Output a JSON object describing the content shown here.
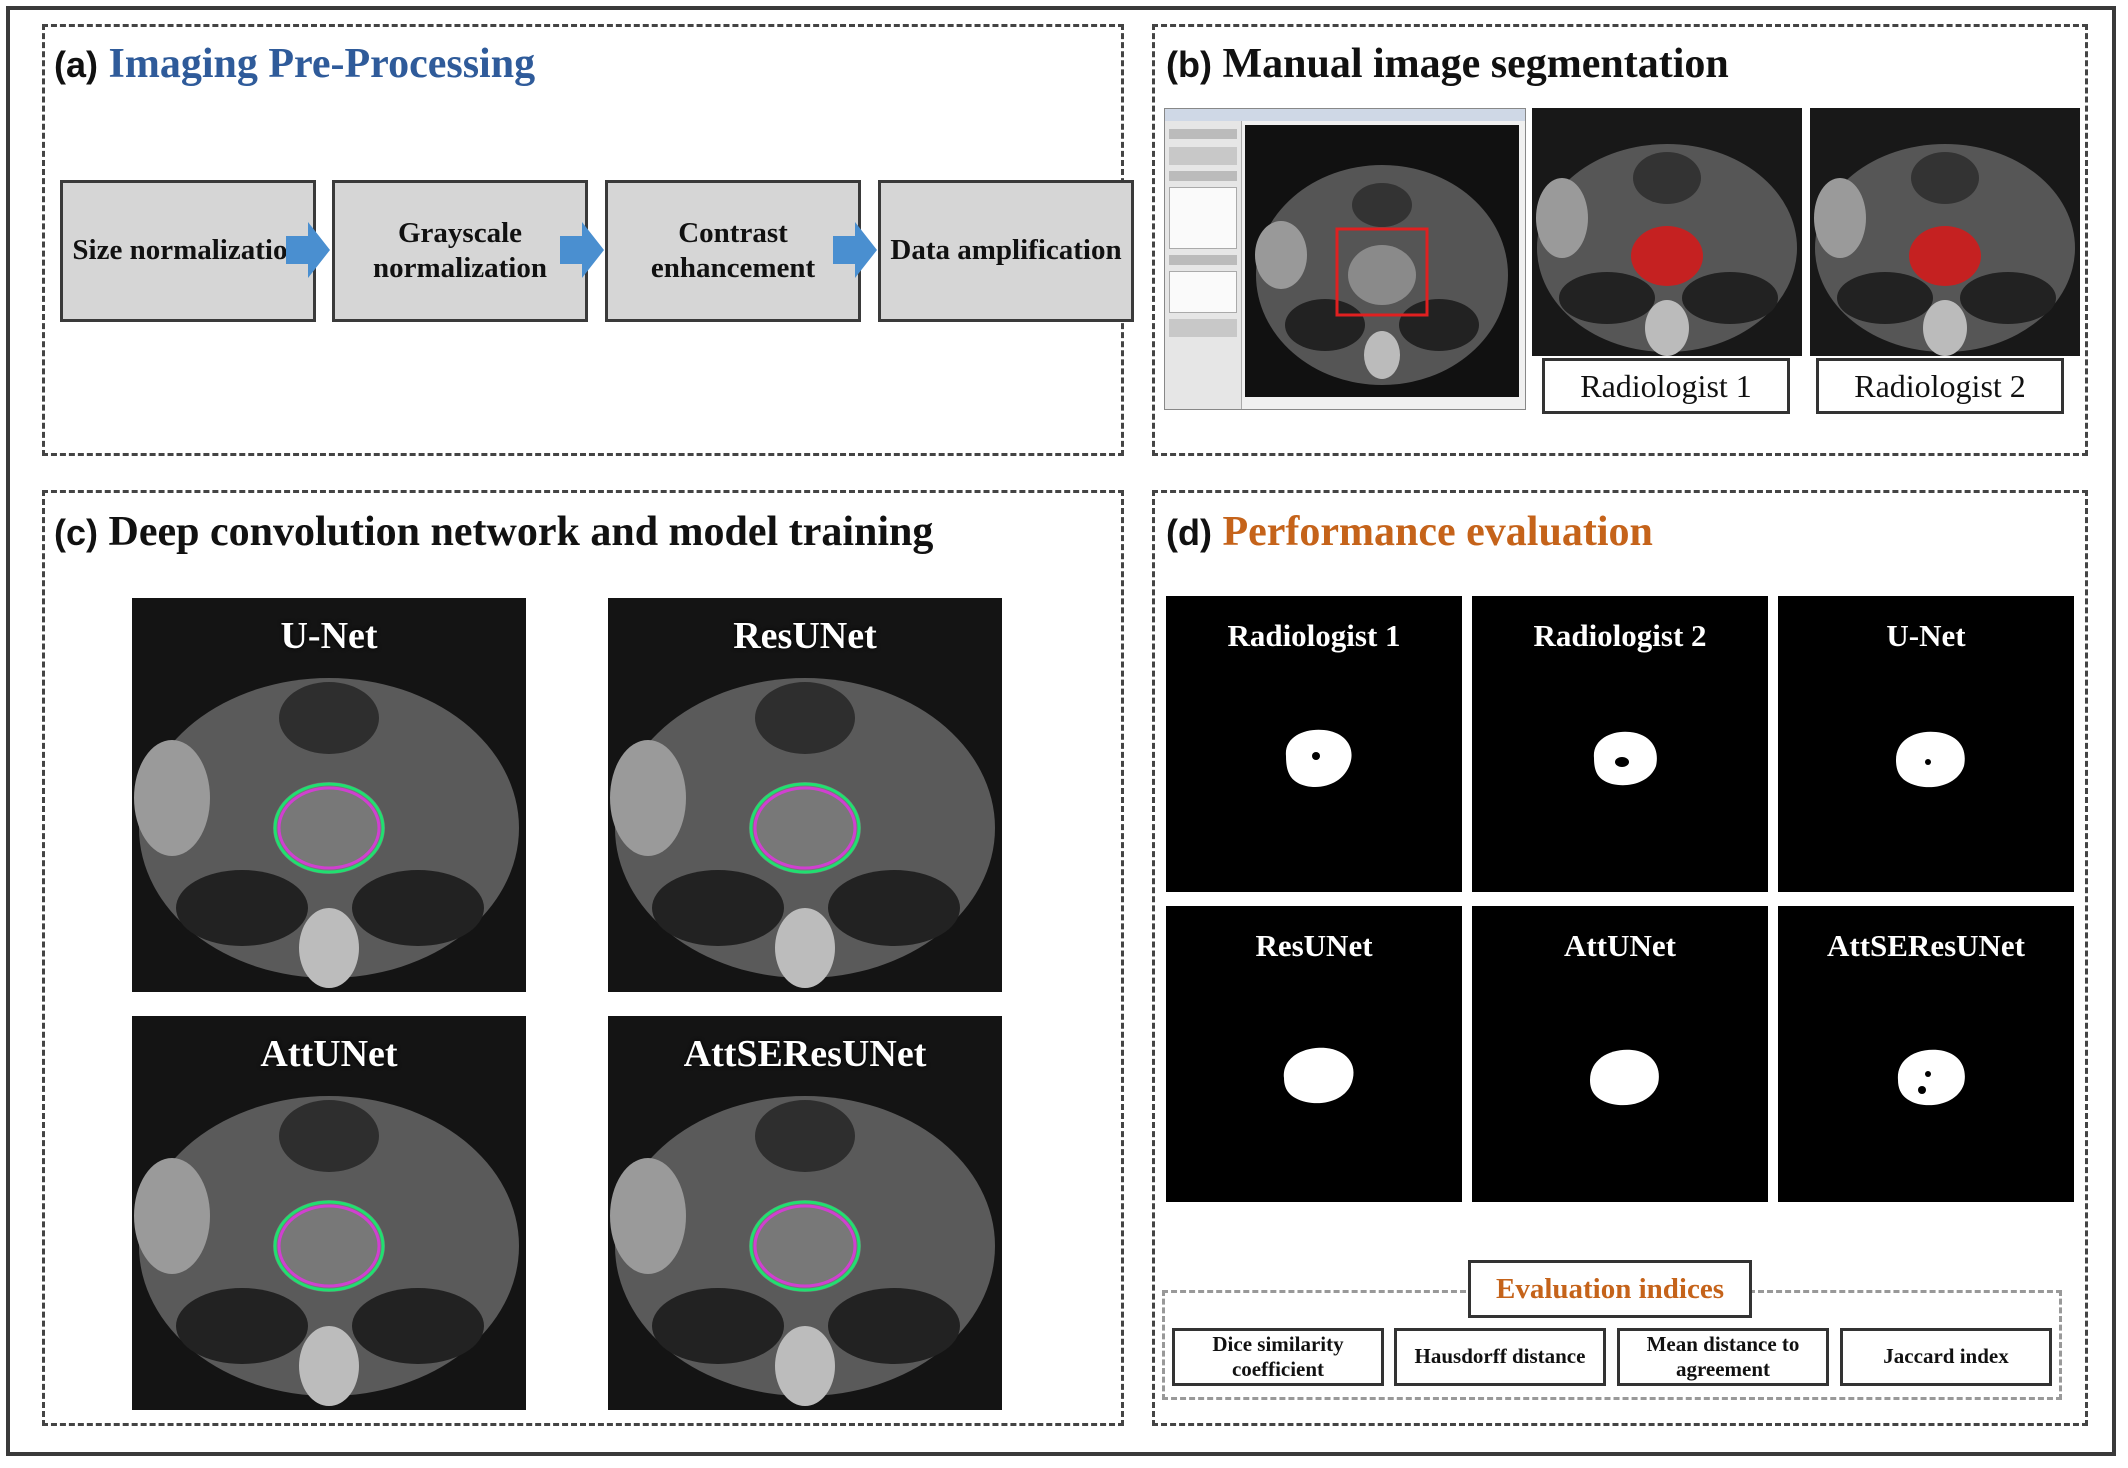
{
  "panel_a": {
    "label": "(a)",
    "title": "Imaging Pre-Processing",
    "steps": [
      "Size normalization",
      "Grayscale normalization",
      "Contrast enhancement",
      "Data amplification"
    ]
  },
  "panel_b": {
    "label": "(b)",
    "title": "Manual image segmentation",
    "radiologists": [
      "Radiologist 1",
      "Radiologist 2"
    ]
  },
  "panel_c": {
    "label": "(c)",
    "title": "Deep convolution network and model training",
    "models": [
      "U-Net",
      "ResUNet",
      "AttUNet",
      "AttSEResUNet"
    ]
  },
  "panel_d": {
    "label": "(d)",
    "title": "Performance evaluation",
    "masks": [
      "Radiologist 1",
      "Radiologist 2",
      "U-Net",
      "ResUNet",
      "AttUNet",
      "AttSEResUNet"
    ],
    "evaluation_title": "Evaluation indices",
    "indices": [
      "Dice similarity coefficient",
      "Hausdorff distance",
      "Mean distance to agreement",
      "Jaccard index"
    ]
  },
  "colors": {
    "title_blue": "#2f5b9a",
    "title_orange": "#c5631a",
    "arrow": "#4a8fd0",
    "box_fill": "#d6d6d6",
    "contour_magenta": "#d040d0",
    "contour_green": "#20e070",
    "roi_red": "#e02020"
  }
}
